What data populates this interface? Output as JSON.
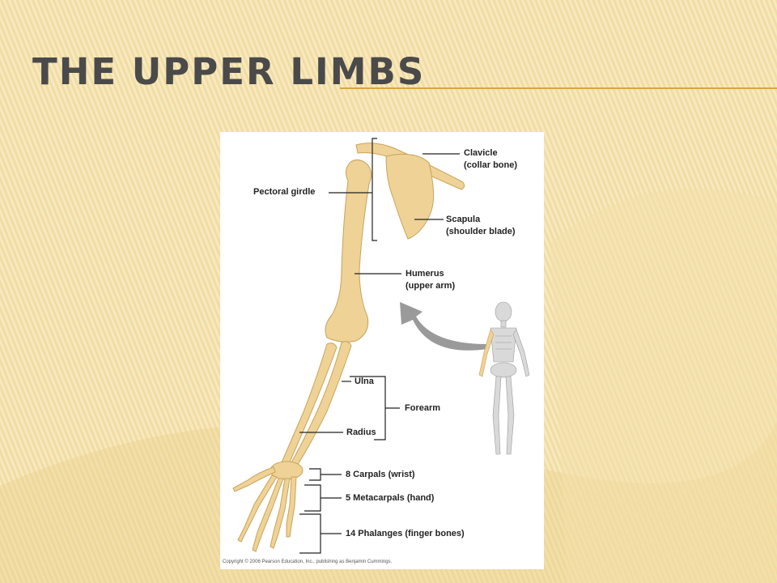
{
  "slide": {
    "title": "The Upper Limbs",
    "accent_color": "#d9a63e",
    "background_color": "#f6e7b9",
    "bone_color": "#efd296"
  },
  "diagram": {
    "labels": {
      "clavicle": "Clavicle",
      "clavicle_common": "(collar bone)",
      "pectoral_girdle": "Pectoral girdle",
      "scapula": "Scapula",
      "scapula_common": "(shoulder blade)",
      "humerus": "Humerus",
      "humerus_common": "(upper arm)",
      "ulna": "Ulna",
      "forearm": "Forearm",
      "radius": "Radius",
      "carpals": "8 Carpals (wrist)",
      "metacarpals": "5 Metacarpals (hand)",
      "phalanges": "14 Phalanges (finger bones)"
    },
    "copyright": "Copyright © 2006 Pearson Education, Inc., publishing as Benjamin Cummings."
  }
}
